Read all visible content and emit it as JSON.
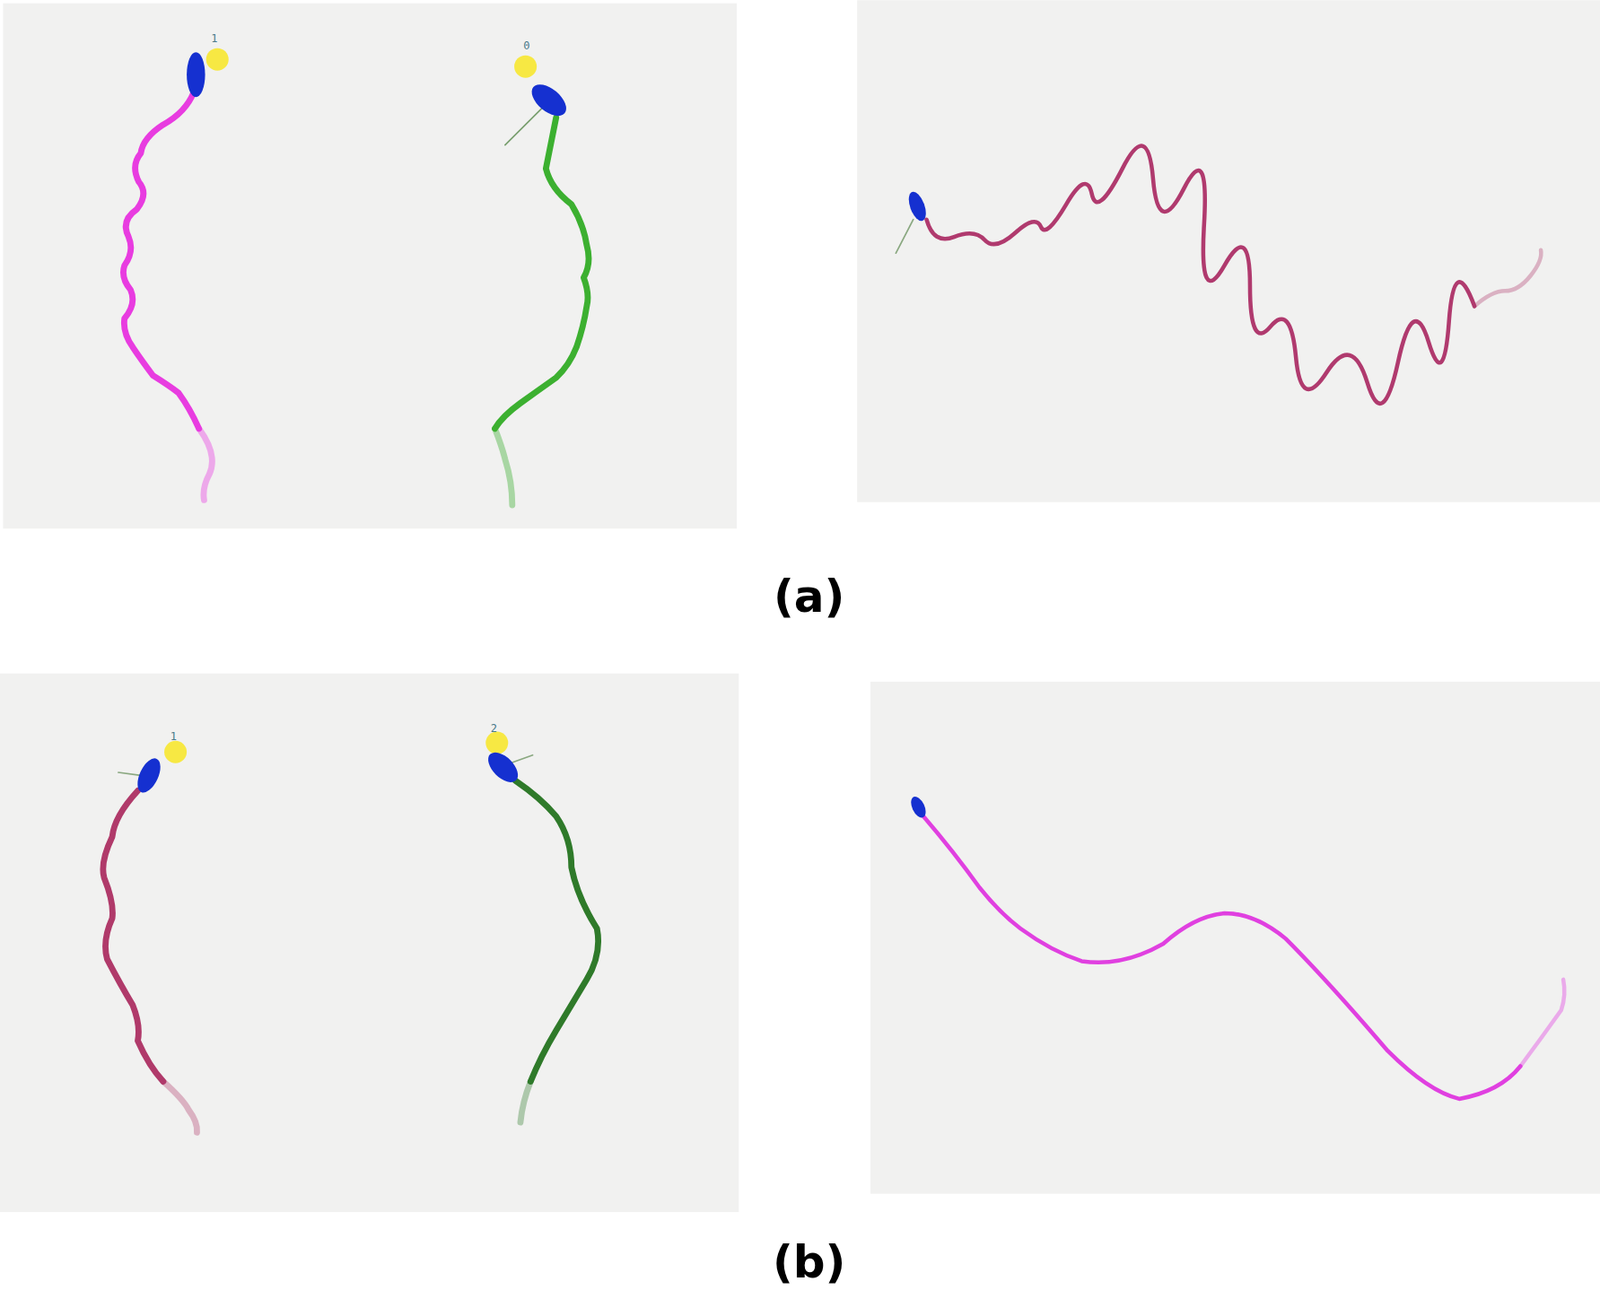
{
  "diagram": {
    "labels": [
      "1",
      "0",
      "(a)",
      "1",
      "2",
      "(b)"
    ]
  }
}
